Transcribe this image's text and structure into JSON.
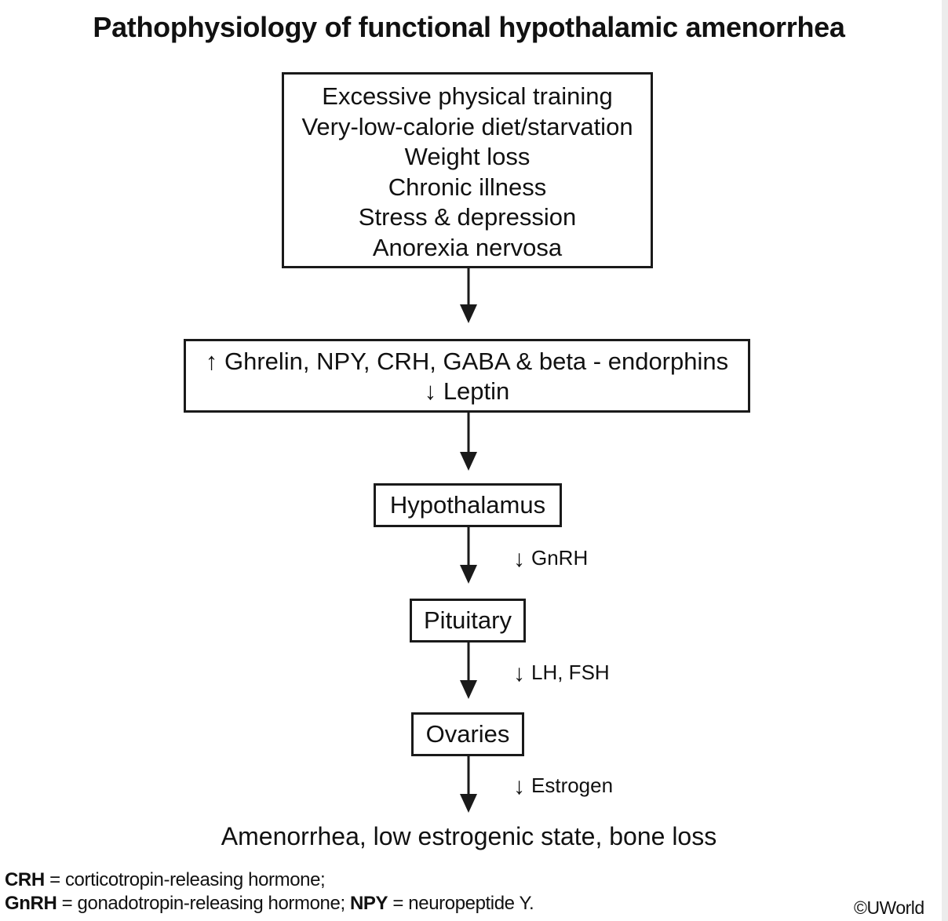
{
  "title": "Pathophysiology of functional hypothalamic amenorrhea",
  "causes": [
    "Excessive physical training",
    "Very-low-calorie diet/starvation",
    "Weight loss",
    "Chronic illness",
    "Stress & depression",
    "Anorexia nervosa"
  ],
  "hormones": {
    "increased": "↑ Ghrelin, NPY, CRH, GABA & beta - endorphins",
    "decreased": "↓ Leptin"
  },
  "nodes": {
    "hypothalamus": "Hypothalamus",
    "pituitary": "Pituitary",
    "ovaries": "Ovaries"
  },
  "arrow_labels": {
    "gnrh": {
      "symbol": "↓",
      "text": "GnRH"
    },
    "lh_fsh": {
      "symbol": "↓",
      "text": "LH, FSH"
    },
    "estrogen": {
      "symbol": "↓",
      "text": "Estrogen"
    }
  },
  "outcome": "Amenorrhea, low estrogenic state, bone loss",
  "footnotes": {
    "line1": [
      {
        "abbr": "CRH",
        "definition": " = corticotropin-releasing hormone;"
      }
    ],
    "line2": [
      {
        "abbr": "GnRH",
        "definition": " = gonadotropin-releasing hormone; "
      },
      {
        "abbr": "NPY",
        "definition": " = neuropeptide Y."
      }
    ]
  },
  "copyright": "©UWorld",
  "colors": {
    "line": "#1a1a1a",
    "text": "#111111",
    "background": "#ffffff"
  }
}
